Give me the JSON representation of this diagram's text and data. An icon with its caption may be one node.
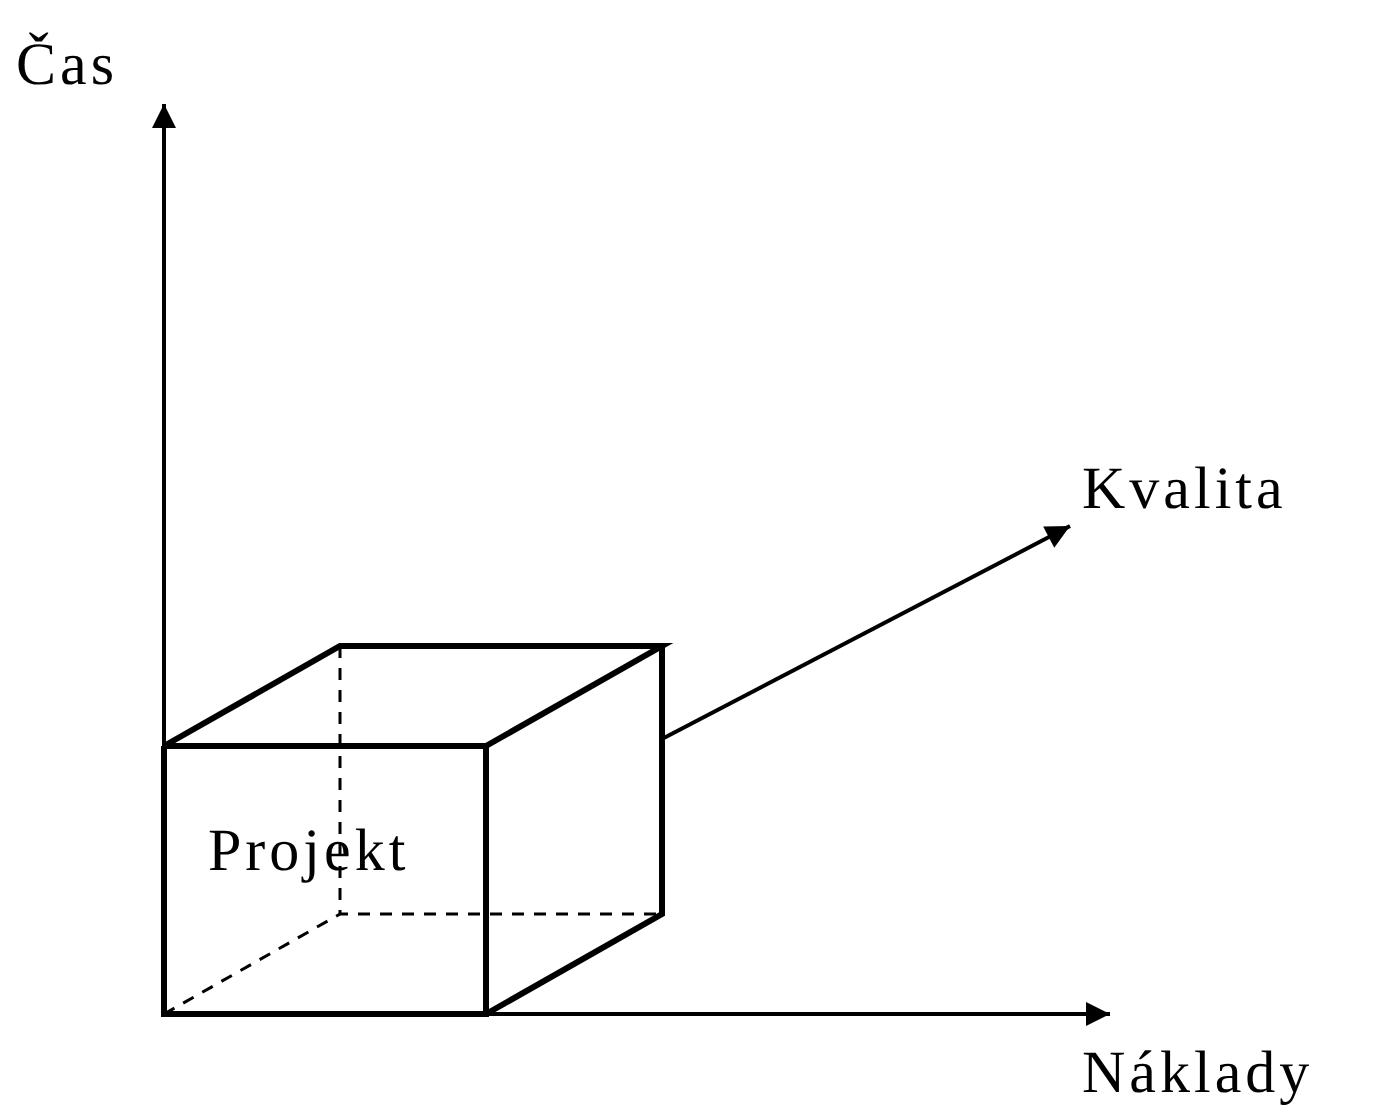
{
  "diagram": {
    "nodes": [
      {
        "text": [
          "Projekt"
        ]
      }
    ],
    "labels": [
      "Čas",
      "Kvalita",
      "Náklady"
    ]
  }
}
